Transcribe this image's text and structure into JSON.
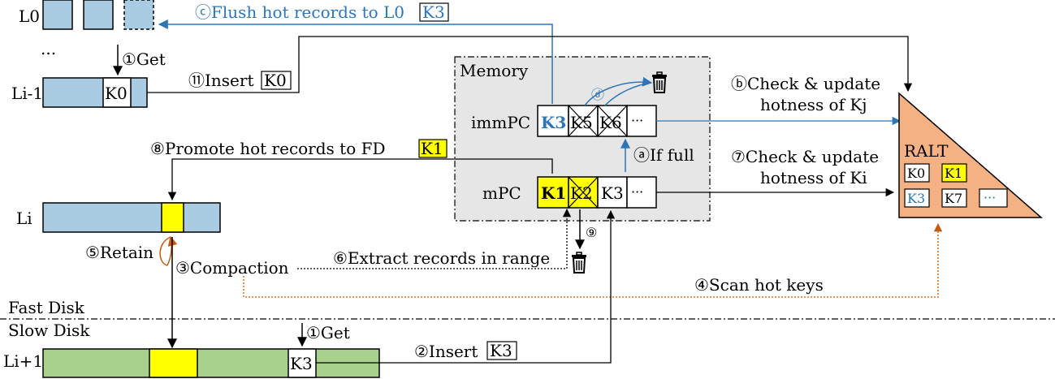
{
  "levels": {
    "l0": "L0",
    "dots": "...",
    "li_minus_1": "Li-1",
    "li": "Li",
    "li_plus_1": "Li+1"
  },
  "keys": {
    "k0": "K0",
    "k1": "K1",
    "k2": "K2",
    "k3": "K3",
    "k5": "K5",
    "k6": "K6",
    "k7": "K7",
    "ellipsis": "···"
  },
  "memory": {
    "title": "Memory",
    "immpc": "immPC",
    "mpc": "mPC"
  },
  "ralt": {
    "title": "RALT"
  },
  "disks": {
    "fast": "Fast Disk",
    "slow": "Slow Disk"
  },
  "steps": {
    "get_top": "①Get",
    "insert_k0": "⑪Insert",
    "retain": "⑤Retain",
    "compaction": "③Compaction",
    "extract": "⑥Extract records in range",
    "scan": "④Scan hot keys",
    "get_bottom": "①Get",
    "insert_k3": "②Insert",
    "promote": "⑧Promote hot records to FD",
    "nine": "⑨",
    "check_i_1": "⑦Check & update",
    "check_i_2": "hotness of Ki",
    "check_j_1": "ⓑCheck & update",
    "check_j_2": "hotness of Kj",
    "if_full": "ⓐIf full",
    "d": "ⓓ",
    "flush": "ⓒFlush hot records to L0"
  },
  "colors": {
    "blue_block": "#A9CCE3",
    "green_block": "#A9D18E",
    "highlight": "#FFFF00",
    "ralt_fill": "#F4B183",
    "memory_fill": "#E7E6E6",
    "accent_blue": "#2E75B6",
    "accent_orange": "#C55A11"
  },
  "icons": [
    "trash-icon"
  ]
}
